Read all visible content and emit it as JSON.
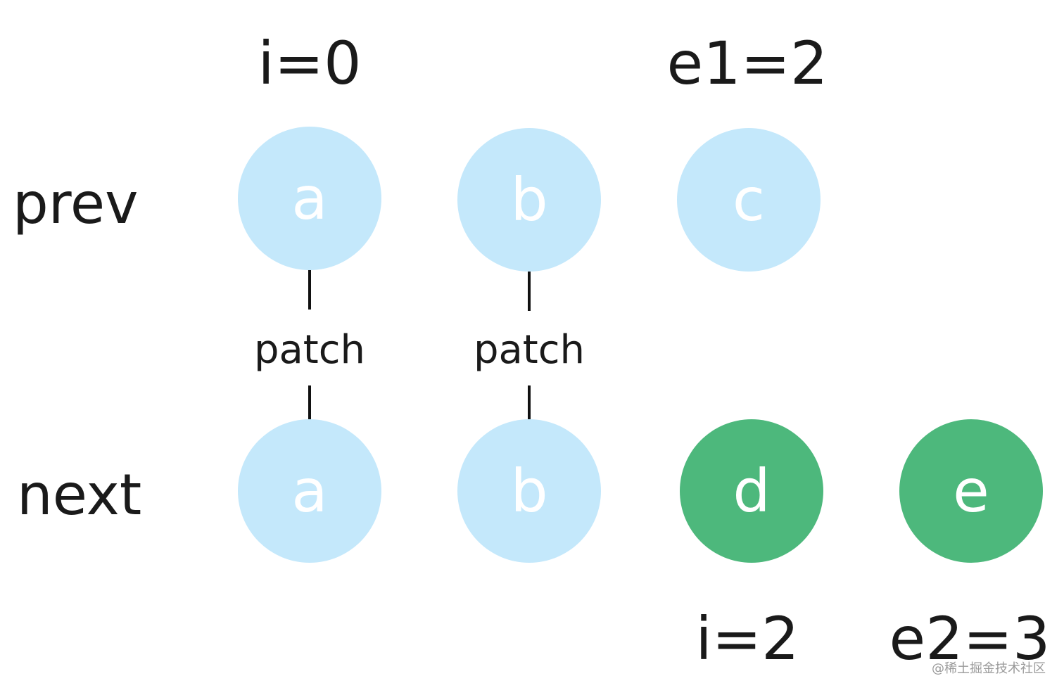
{
  "pointers": {
    "i_start": "i=0",
    "e1": "e1=2",
    "i_end": "i=2",
    "e2": "e2=3"
  },
  "rows": {
    "prev_label": "prev",
    "next_label": "next"
  },
  "prev_nodes": [
    "a",
    "b",
    "c"
  ],
  "next_nodes": [
    "a",
    "b",
    "d",
    "e"
  ],
  "patch_label": "patch",
  "colors": {
    "unchanged_node": "#c4e8fb",
    "new_node": "#4db87c",
    "node_text": "#ffffff"
  },
  "watermark": "@稀土掘金技术社区"
}
